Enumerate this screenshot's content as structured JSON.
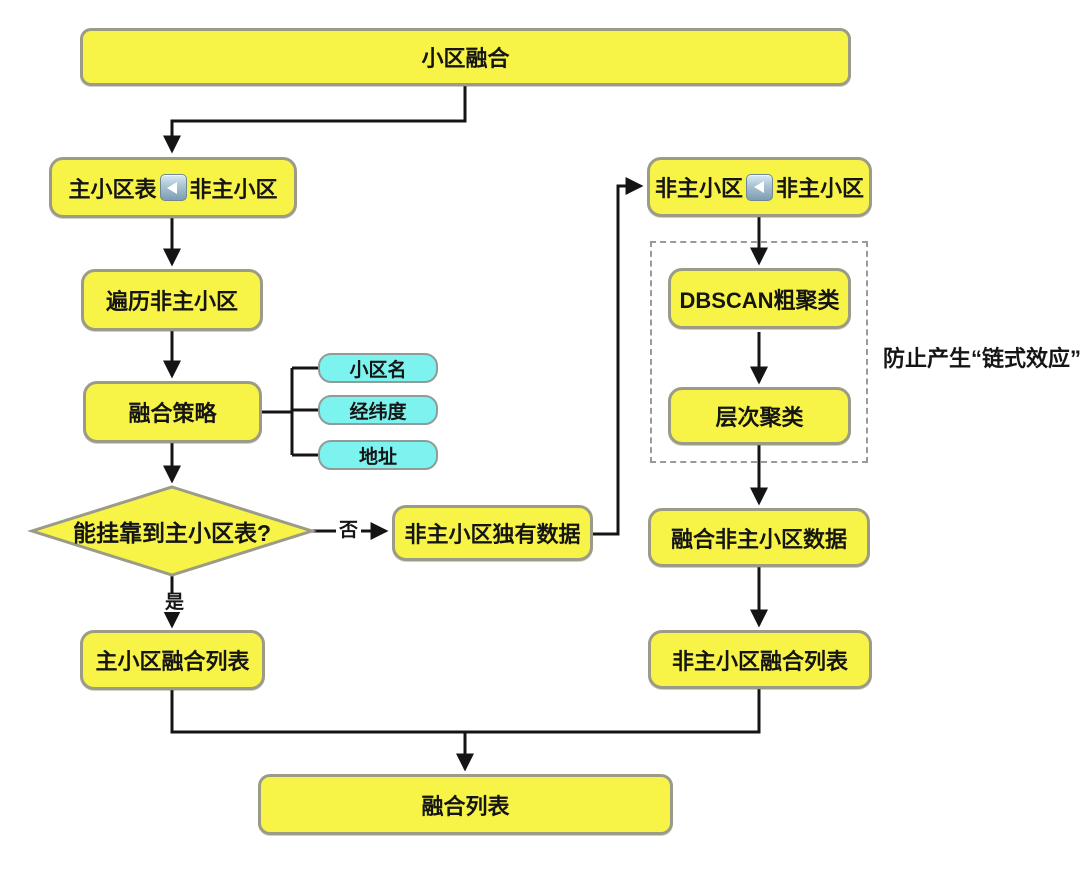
{
  "diagram": {
    "title": "小区融合",
    "left": {
      "join_left": "主小区表",
      "join_right": "非主小区",
      "traverse": "遍历非主小区",
      "strategy": "融合策略",
      "decision": "能挂靠到主小区表?",
      "yes_label": "是",
      "no_label": "否",
      "unique_data": "非主小区独有数据",
      "primary_list": "主小区融合列表"
    },
    "strategy_criteria": [
      "小区名",
      "经纬度",
      "地址"
    ],
    "right": {
      "join_left": "非主小区",
      "join_right": "非主小区",
      "dbscan": "DBSCAN粗聚类",
      "hierarchical": "层次聚类",
      "fuse_data": "融合非主小区数据",
      "nonprimary_list": "非主小区融合列表",
      "note": "防止产生“链式效应”"
    },
    "final_list": "融合列表",
    "icons": {
      "join_icon": "◀ left-triangle button"
    },
    "colors": {
      "node_fill": "#f7f447",
      "node_border": "#9b9b88",
      "criteria_fill": "#7cf3ef",
      "line": "#141414",
      "background": "#ffffff"
    }
  }
}
